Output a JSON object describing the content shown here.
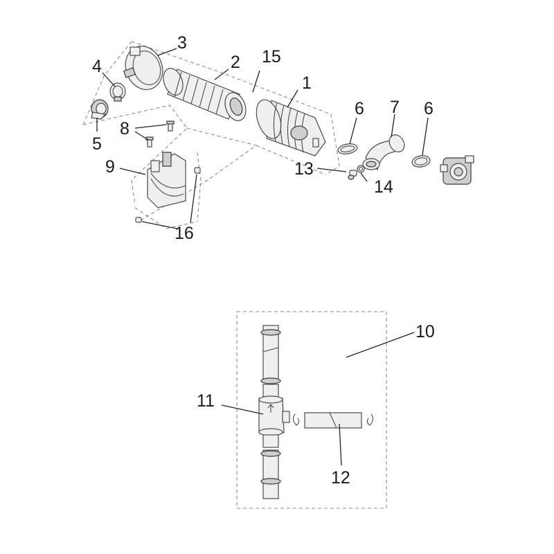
{
  "callouts": {
    "c1": "1",
    "c2": "2",
    "c3": "3",
    "c4": "4",
    "c5": "5",
    "c6a": "6",
    "c6b": "6",
    "c7": "7",
    "c8": "8",
    "c9": "9",
    "c10": "10",
    "c11": "11",
    "c12": "12",
    "c13": "13",
    "c14": "14",
    "c15": "15",
    "c16": "16"
  }
}
